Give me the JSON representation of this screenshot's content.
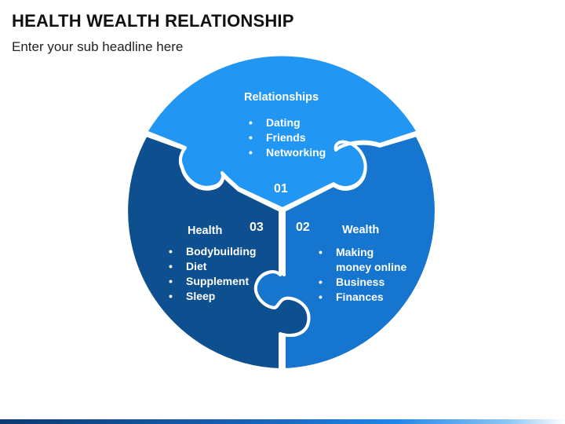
{
  "header": {
    "title": "HEALTH WEALTH RELATIONSHIP",
    "subtitle": "Enter your sub headline here"
  },
  "colors": {
    "relationships": "#2196f3",
    "wealth": "#1676cf",
    "health": "#0d4f8f",
    "outline": "#ffffff"
  },
  "pieces": {
    "relationships": {
      "title": "Relationships",
      "number": "01",
      "items": [
        "Dating",
        "Friends",
        "Networking"
      ]
    },
    "wealth": {
      "title": "Wealth",
      "number": "02",
      "items": [
        "Making",
        "money online",
        "Business",
        "Finances"
      ]
    },
    "health": {
      "title": "Health",
      "number": "03",
      "items": [
        "Bodybuilding",
        "Diet",
        "Supplement",
        "Sleep"
      ]
    }
  }
}
